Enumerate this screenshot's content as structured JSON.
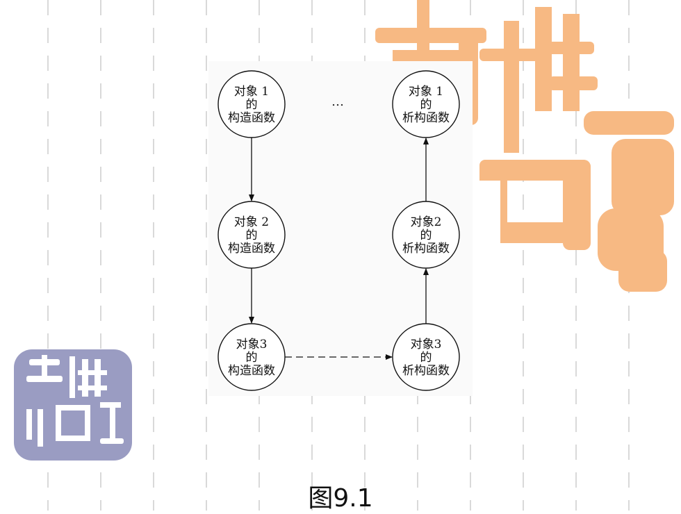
{
  "diagram": {
    "nodes": [
      {
        "id": "ctor1",
        "lines": [
          "对象 1",
          "的",
          "构造函数"
        ]
      },
      {
        "id": "ctor2",
        "lines": [
          "对象 2",
          "的",
          "构造函数"
        ]
      },
      {
        "id": "ctor3",
        "lines": [
          "对象3",
          "的",
          "构造函数"
        ]
      },
      {
        "id": "dtor1",
        "lines": [
          "对象 1",
          "的",
          "析构函数"
        ]
      },
      {
        "id": "dtor2",
        "lines": [
          "对象2",
          "的",
          "析构函数"
        ]
      },
      {
        "id": "dtor3",
        "lines": [
          "对象3",
          "的",
          "析构函数"
        ]
      }
    ],
    "edges": [
      {
        "from": "ctor1",
        "to": "ctor2",
        "style": "solid"
      },
      {
        "from": "ctor2",
        "to": "ctor3",
        "style": "solid"
      },
      {
        "from": "ctor3",
        "to": "dtor3",
        "style": "dashed"
      },
      {
        "from": "dtor3",
        "to": "dtor2",
        "style": "solid"
      },
      {
        "from": "dtor2",
        "to": "dtor1",
        "style": "solid"
      }
    ],
    "ellipsis": "…"
  },
  "caption": "图9.1",
  "colors": {
    "seal_orange": "#f7b983",
    "seal_purple": "#9a9cc2"
  }
}
